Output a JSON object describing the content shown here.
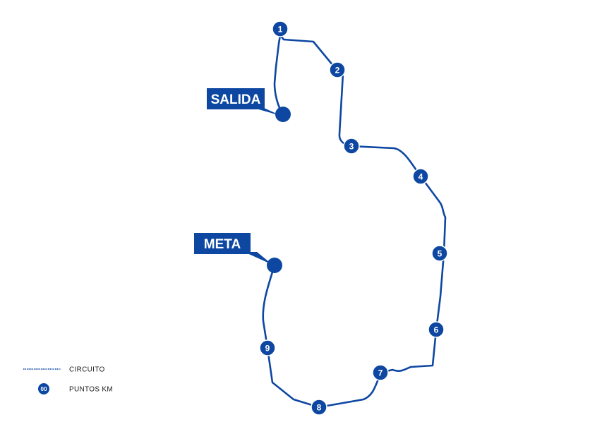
{
  "route_color": "#0d47a1",
  "start_label": "SALIDA",
  "finish_label": "META",
  "km_markers": [
    "1",
    "2",
    "3",
    "4",
    "5",
    "6",
    "7",
    "8",
    "9"
  ],
  "legend": {
    "circuit_label": "CIRCUITO",
    "km_points_label": "PUNTOS KM",
    "km_badge_text": "00"
  }
}
